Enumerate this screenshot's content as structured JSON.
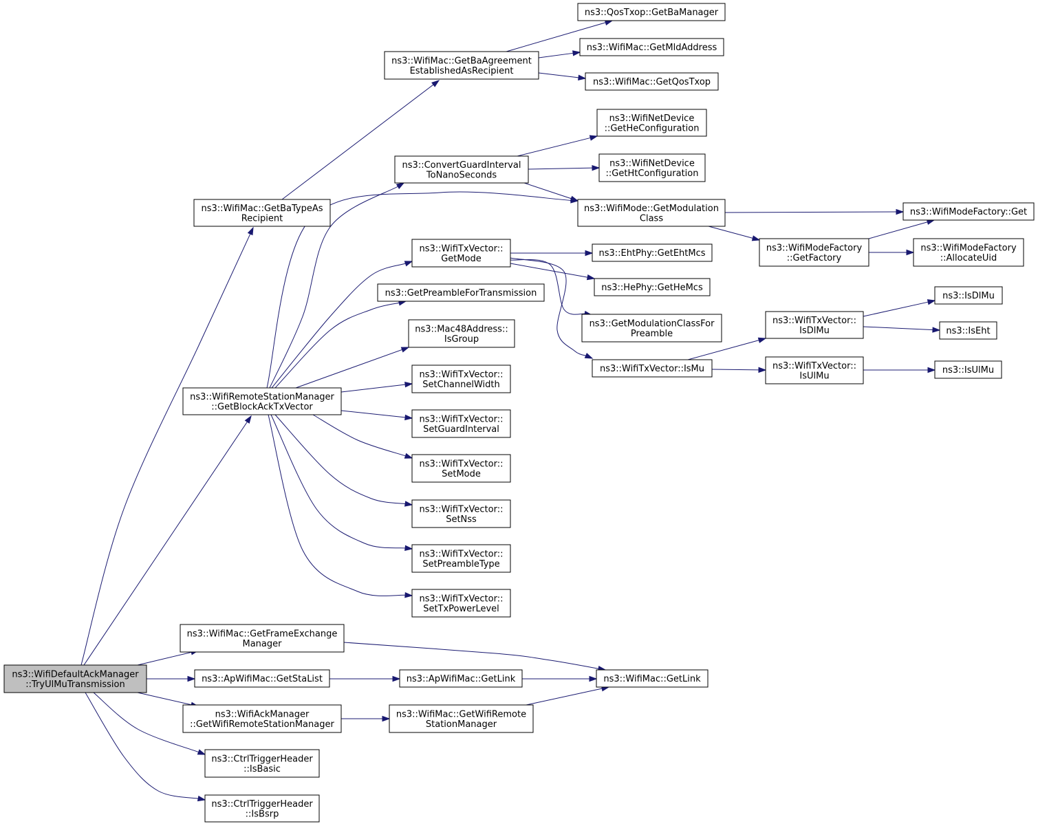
{
  "graph": {
    "nodes": [
      {
        "id": "root",
        "lines": [
          "ns3::WifiDefaultAckManager",
          "::TryUlMuTransmission"
        ],
        "selected": true
      },
      {
        "id": "getBaTypeAsRecipient",
        "lines": [
          "ns3::WifiMac::GetBaTypeAs",
          "Recipient"
        ]
      },
      {
        "id": "getBaAgreement",
        "lines": [
          "ns3::WifiMac::GetBaAgreement",
          "EstablishedAsRecipient"
        ]
      },
      {
        "id": "qosGetBaManager",
        "lines": [
          "ns3::QosTxop::GetBaManager"
        ]
      },
      {
        "id": "getMldAddress",
        "lines": [
          "ns3::WifiMac::GetMldAddress"
        ]
      },
      {
        "id": "getQosTxop",
        "lines": [
          "ns3::WifiMac::GetQosTxop"
        ]
      },
      {
        "id": "getBlockAckTxVector",
        "lines": [
          "ns3::WifiRemoteStationManager",
          "::GetBlockAckTxVector"
        ]
      },
      {
        "id": "convertGuard",
        "lines": [
          "ns3::ConvertGuardInterval",
          "ToNanoSeconds"
        ]
      },
      {
        "id": "getHeConfig",
        "lines": [
          "ns3::WifiNetDevice",
          "::GetHeConfiguration"
        ]
      },
      {
        "id": "getHtConfig",
        "lines": [
          "ns3::WifiNetDevice",
          "::GetHtConfiguration"
        ]
      },
      {
        "id": "getModulationClass",
        "lines": [
          "ns3::WifiMode::GetModulation",
          "Class"
        ]
      },
      {
        "id": "modeFactoryGet",
        "lines": [
          "ns3::WifiModeFactory::Get"
        ]
      },
      {
        "id": "getFactory",
        "lines": [
          "ns3::WifiModeFactory",
          "::GetFactory"
        ]
      },
      {
        "id": "allocateUid",
        "lines": [
          "ns3::WifiModeFactory",
          "::AllocateUid"
        ]
      },
      {
        "id": "getMode",
        "lines": [
          "ns3::WifiTxVector::",
          "GetMode"
        ]
      },
      {
        "id": "getEhtMcs",
        "lines": [
          "ns3::EhtPhy::GetEhtMcs"
        ]
      },
      {
        "id": "getHeMcs",
        "lines": [
          "ns3::HePhy::GetHeMcs"
        ]
      },
      {
        "id": "getModClassForPreamble",
        "lines": [
          "ns3::GetModulationClassFor",
          "Preamble"
        ]
      },
      {
        "id": "txVecIsMu",
        "lines": [
          "ns3::WifiTxVector::IsMu"
        ]
      },
      {
        "id": "txVecIsDlMu",
        "lines": [
          "ns3::WifiTxVector::",
          "IsDlMu"
        ]
      },
      {
        "id": "txVecIsUlMu",
        "lines": [
          "ns3::WifiTxVector::",
          "IsUlMu"
        ]
      },
      {
        "id": "isDlMu",
        "lines": [
          "ns3::IsDlMu"
        ]
      },
      {
        "id": "isEht",
        "lines": [
          "ns3::IsEht"
        ]
      },
      {
        "id": "isUlMu",
        "lines": [
          "ns3::IsUlMu"
        ]
      },
      {
        "id": "getPreamble",
        "lines": [
          "ns3::GetPreambleForTransmission"
        ]
      },
      {
        "id": "isGroup",
        "lines": [
          "ns3::Mac48Address::",
          "IsGroup"
        ]
      },
      {
        "id": "setChannelWidth",
        "lines": [
          "ns3::WifiTxVector::",
          "SetChannelWidth"
        ]
      },
      {
        "id": "setGuardInterval",
        "lines": [
          "ns3::WifiTxVector::",
          "SetGuardInterval"
        ]
      },
      {
        "id": "setMode",
        "lines": [
          "ns3::WifiTxVector::",
          "SetMode"
        ]
      },
      {
        "id": "setNss",
        "lines": [
          "ns3::WifiTxVector::",
          "SetNss"
        ]
      },
      {
        "id": "setPreambleType",
        "lines": [
          "ns3::WifiTxVector::",
          "SetPreambleType"
        ]
      },
      {
        "id": "setTxPowerLevel",
        "lines": [
          "ns3::WifiTxVector::",
          "SetTxPowerLevel"
        ]
      },
      {
        "id": "getFrameExchange",
        "lines": [
          "ns3::WifiMac::GetFrameExchange",
          "Manager"
        ]
      },
      {
        "id": "getStaList",
        "lines": [
          "ns3::ApWifiMac::GetStaList"
        ]
      },
      {
        "id": "apGetLink",
        "lines": [
          "ns3::ApWifiMac::GetLink"
        ]
      },
      {
        "id": "macGetLink",
        "lines": [
          "ns3::WifiMac::GetLink"
        ]
      },
      {
        "id": "ackGetRsm",
        "lines": [
          "ns3::WifiAckManager",
          "::GetWifiRemoteStationManager"
        ]
      },
      {
        "id": "macGetRsm",
        "lines": [
          "ns3::WifiMac::GetWifiRemote",
          "StationManager"
        ]
      },
      {
        "id": "isBasic",
        "lines": [
          "ns3::CtrlTriggerHeader",
          "::IsBasic"
        ]
      },
      {
        "id": "isBsrp",
        "lines": [
          "ns3::CtrlTriggerHeader",
          "::IsBsrp"
        ]
      }
    ],
    "edges": [
      {
        "from": "root",
        "to": "getBaTypeAsRecipient"
      },
      {
        "from": "root",
        "to": "getBlockAckTxVector"
      },
      {
        "from": "root",
        "to": "getFrameExchange"
      },
      {
        "from": "root",
        "to": "getStaList"
      },
      {
        "from": "root",
        "to": "ackGetRsm"
      },
      {
        "from": "root",
        "to": "isBasic"
      },
      {
        "from": "root",
        "to": "isBsrp"
      },
      {
        "from": "getBaTypeAsRecipient",
        "to": "getBaAgreement"
      },
      {
        "from": "getBaAgreement",
        "to": "qosGetBaManager"
      },
      {
        "from": "getBaAgreement",
        "to": "getMldAddress"
      },
      {
        "from": "getBaAgreement",
        "to": "getQosTxop"
      },
      {
        "from": "getBlockAckTxVector",
        "to": "convertGuard"
      },
      {
        "from": "getBlockAckTxVector",
        "to": "getModulationClass"
      },
      {
        "from": "getBlockAckTxVector",
        "to": "getMode"
      },
      {
        "from": "getBlockAckTxVector",
        "to": "getPreamble"
      },
      {
        "from": "getBlockAckTxVector",
        "to": "isGroup"
      },
      {
        "from": "getBlockAckTxVector",
        "to": "setChannelWidth"
      },
      {
        "from": "getBlockAckTxVector",
        "to": "setGuardInterval"
      },
      {
        "from": "getBlockAckTxVector",
        "to": "setMode"
      },
      {
        "from": "getBlockAckTxVector",
        "to": "setNss"
      },
      {
        "from": "getBlockAckTxVector",
        "to": "setPreambleType"
      },
      {
        "from": "getBlockAckTxVector",
        "to": "setTxPowerLevel"
      },
      {
        "from": "convertGuard",
        "to": "getHeConfig"
      },
      {
        "from": "convertGuard",
        "to": "getHtConfig"
      },
      {
        "from": "convertGuard",
        "to": "getModulationClass"
      },
      {
        "from": "getModulationClass",
        "to": "modeFactoryGet"
      },
      {
        "from": "getModulationClass",
        "to": "getFactory"
      },
      {
        "from": "getFactory",
        "to": "modeFactoryGet"
      },
      {
        "from": "getFactory",
        "to": "allocateUid"
      },
      {
        "from": "getMode",
        "to": "getEhtMcs"
      },
      {
        "from": "getMode",
        "to": "getHeMcs"
      },
      {
        "from": "getMode",
        "to": "getModClassForPreamble"
      },
      {
        "from": "getMode",
        "to": "txVecIsMu"
      },
      {
        "from": "txVecIsMu",
        "to": "txVecIsDlMu"
      },
      {
        "from": "txVecIsMu",
        "to": "txVecIsUlMu"
      },
      {
        "from": "txVecIsDlMu",
        "to": "isDlMu"
      },
      {
        "from": "txVecIsDlMu",
        "to": "isEht"
      },
      {
        "from": "txVecIsUlMu",
        "to": "isUlMu"
      },
      {
        "from": "getFrameExchange",
        "to": "macGetLink"
      },
      {
        "from": "getStaList",
        "to": "apGetLink"
      },
      {
        "from": "apGetLink",
        "to": "macGetLink"
      },
      {
        "from": "ackGetRsm",
        "to": "macGetRsm"
      },
      {
        "from": "macGetRsm",
        "to": "macGetLink"
      }
    ]
  }
}
